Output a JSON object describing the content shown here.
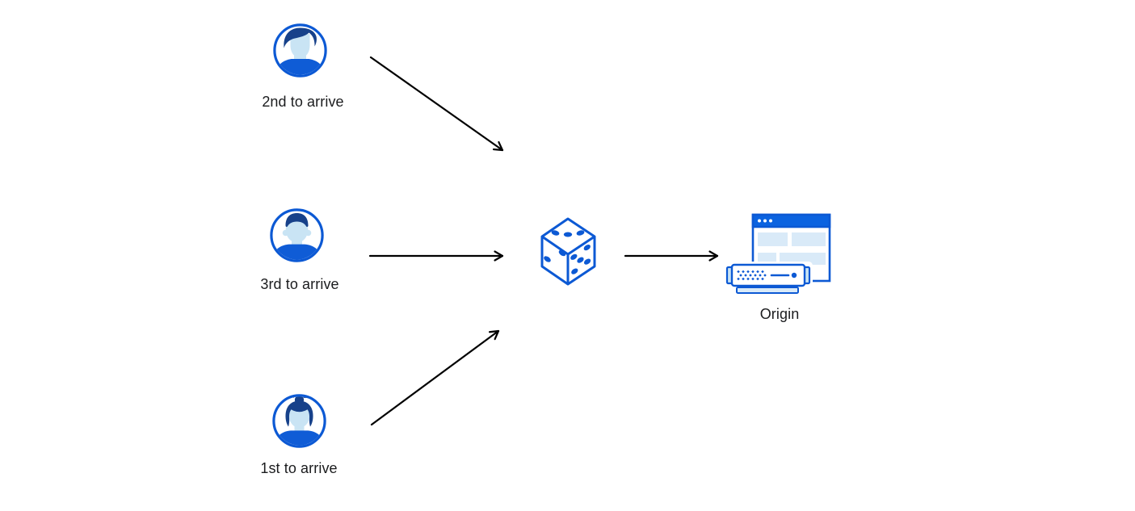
{
  "diagram": {
    "visitors": [
      {
        "position": "top",
        "label": "2nd to arrive",
        "icon": "male-avatar-icon"
      },
      {
        "position": "middle",
        "label": "3rd to arrive",
        "icon": "male-avatar-icon"
      },
      {
        "position": "bottom",
        "label": "1st to arrive",
        "icon": "female-avatar-icon"
      }
    ],
    "router": {
      "icon": "dice-icon"
    },
    "origin": {
      "label": "Origin",
      "icon": "origin-server-icon"
    },
    "arrows": [
      {
        "from": "visitor-2nd-to-arrive",
        "to": "dice"
      },
      {
        "from": "visitor-3rd-to-arrive",
        "to": "dice"
      },
      {
        "from": "visitor-1st-to-arrive",
        "to": "dice"
      },
      {
        "from": "dice",
        "to": "origin"
      }
    ]
  },
  "colors": {
    "primary_blue": "#0c59d4",
    "titlebar_blue": "#0b63e0",
    "shirt_blue": "#0f5cd6",
    "light_blue_fill": "#c9e4f4",
    "content_block_blue": "#d9eaf8",
    "navy_hair": "#17418a",
    "arrow_black": "#000000",
    "label_text": "#1b1c1e",
    "background": "#ffffff"
  }
}
